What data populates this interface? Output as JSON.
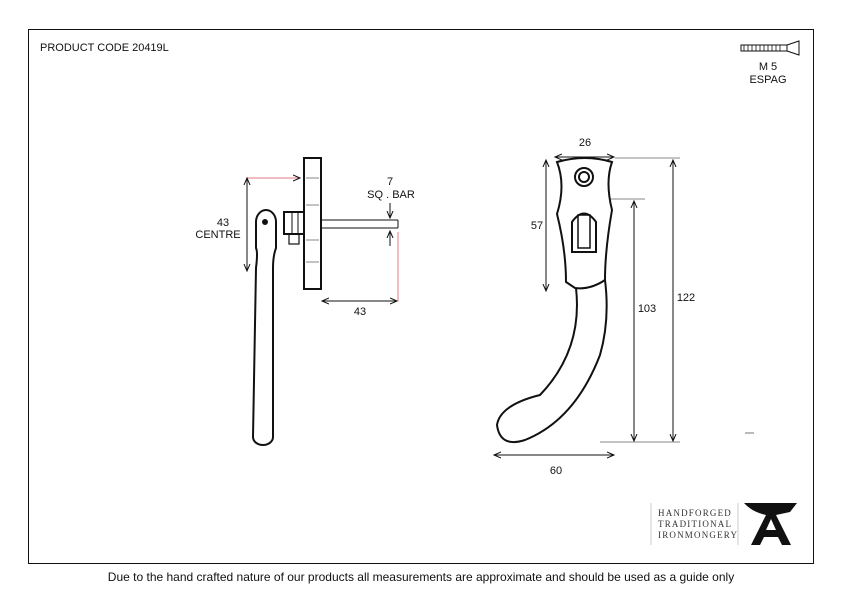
{
  "header": {
    "product_code": "PRODUCT CODE 20419L"
  },
  "screw": {
    "size": "M 5",
    "type": "ESPAG"
  },
  "side_view": {
    "bar_size": "7",
    "bar_label": "SQ . BAR",
    "centre_value": "43",
    "centre_label": "CENTRE",
    "projection": "43"
  },
  "front_view": {
    "width_top": "26",
    "plate_height": "57",
    "handle_drop": "103",
    "overall_height": "122",
    "lever_width": "60"
  },
  "logo": {
    "lines": [
      "HANDFORGED",
      "TRADITIONAL",
      "IRONMONGERY"
    ]
  },
  "footer": "Due to the hand crafted nature of our products all measurements are approximate and should be used as a guide only",
  "colors": {
    "line": "#111111",
    "leader": "#e07a84"
  }
}
